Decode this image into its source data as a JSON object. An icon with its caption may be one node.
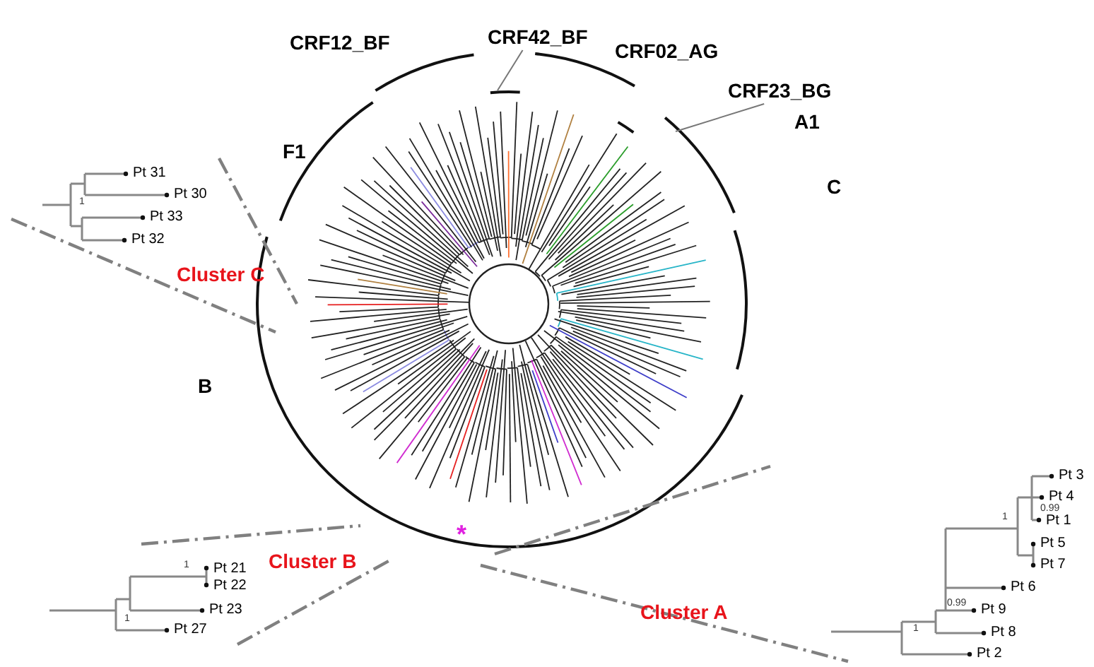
{
  "diagram": {
    "nodes": [
      {
        "text": [
          "CRF42_BF"
        ]
      },
      {
        "text": [
          "CRF23_BG"
        ]
      }
    ],
    "edges": [
      {
        "from": 0,
        "to": null,
        "arrow": "none"
      },
      {
        "from": 1,
        "to": null,
        "arrow": "none"
      }
    ],
    "labels": [
      "CRF12_BF",
      "F1",
      "CRF02_AG",
      "A1",
      "C",
      "Cluster C",
      "B",
      "Cluster B",
      "Cluster A",
      "*",
      "Pt 31",
      "Pt 30",
      "1",
      "Pt 33",
      "Pt 32",
      "1",
      "Pt 21",
      "Pt 22",
      "Pt 23",
      "1",
      "Pt 27",
      "Pt 3",
      "Pt 4",
      "0.99",
      "1",
      "Pt 1",
      "Pt 5",
      "Pt 7",
      "Pt 6",
      "0.99",
      "Pt 9",
      "1",
      "Pt 8",
      "Pt 2"
    ]
  }
}
